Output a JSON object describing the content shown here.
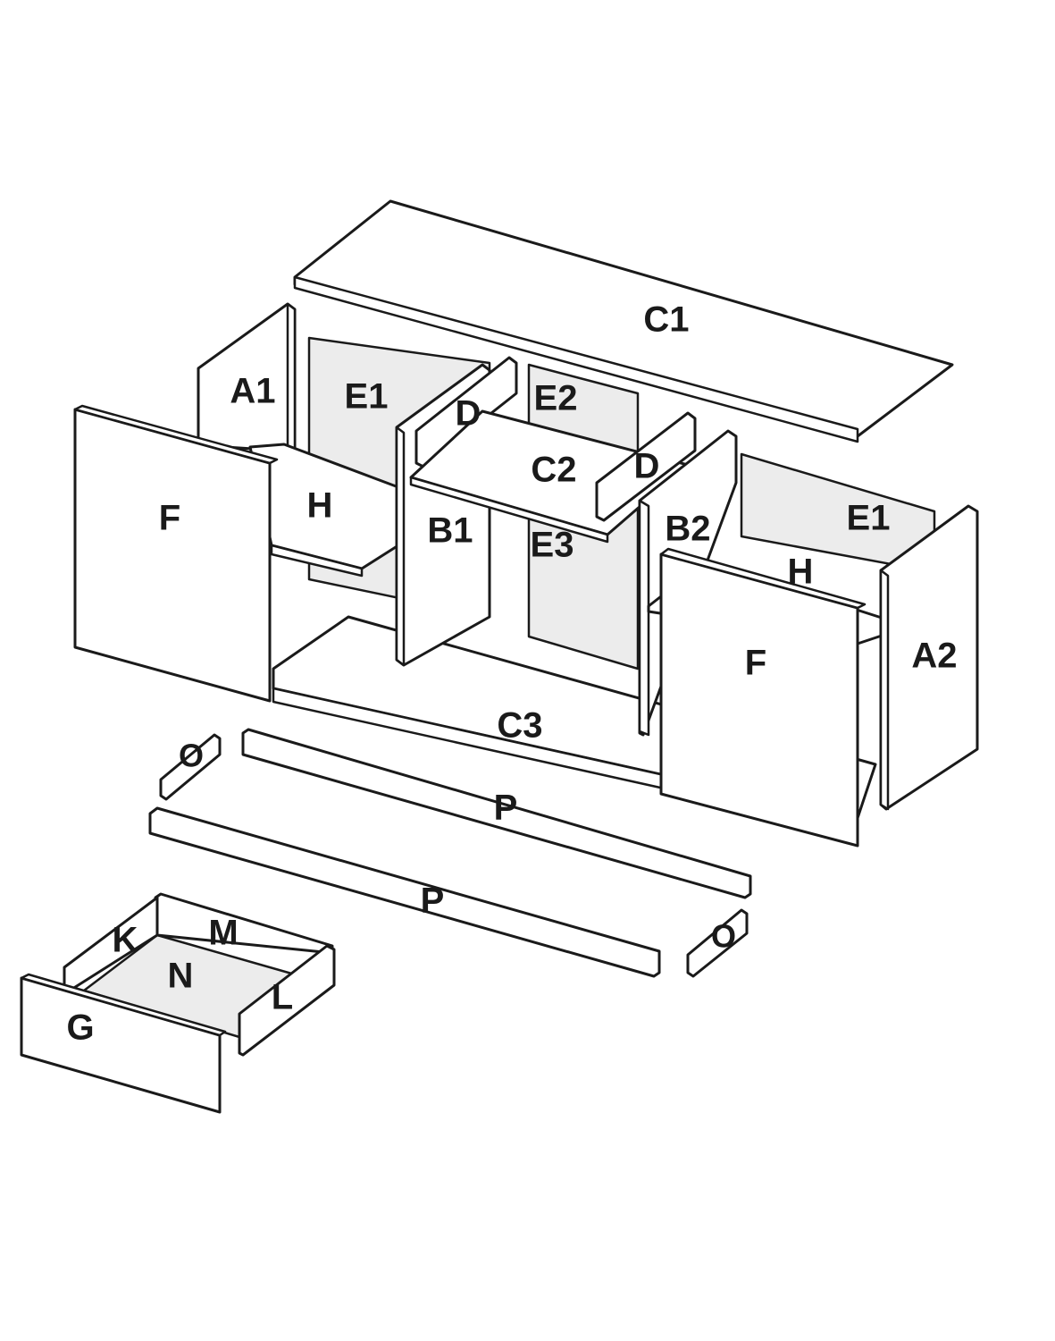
{
  "labels": {
    "c1": "C1",
    "a1": "A1",
    "e1_left": "E1",
    "e2": "E2",
    "d_left": "D",
    "d_right": "D",
    "c2": "C2",
    "f_left": "F",
    "h_left": "H",
    "b1": "B1",
    "e3": "E3",
    "b2": "B2",
    "e1_right": "E1",
    "h_right": "H",
    "f_right": "F",
    "a2": "A2",
    "c3": "C3",
    "o_left": "O",
    "p_top": "P",
    "p_bottom": "P",
    "o_right": "O",
    "k": "K",
    "m": "M",
    "n": "N",
    "l": "L",
    "g": "G"
  }
}
